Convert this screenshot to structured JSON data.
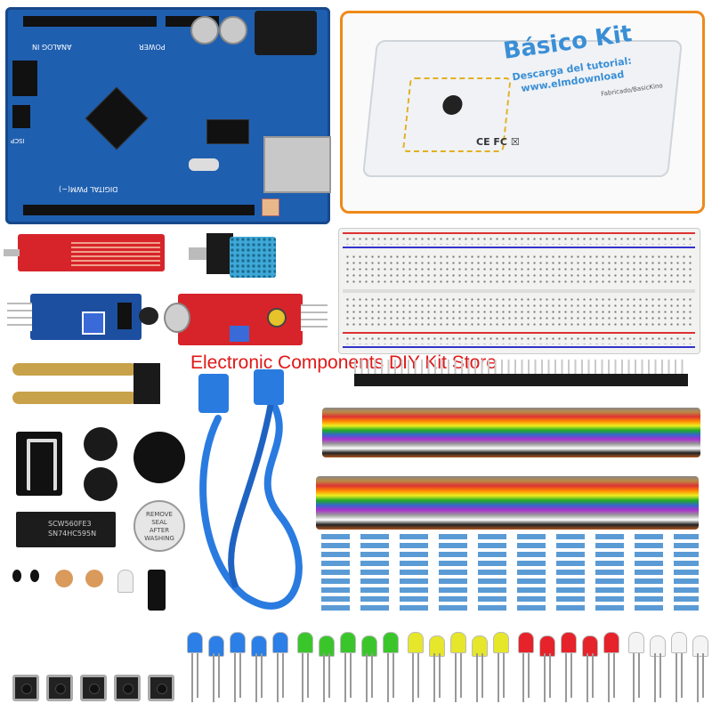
{
  "kit_box": {
    "title": "Básico Kit",
    "subtitle": "Descarga del tutorial:",
    "subtitle2": "www.elmdownload",
    "brand": "Fabricado/BasicKino",
    "cert": "CE FC ☒"
  },
  "caption": "Electronic Components DIY Kit Store",
  "board_labels": {
    "analog": "ANALOG IN",
    "power": "POWER",
    "digital": "DIGITAL PWM(~)",
    "icsp": "ISCP"
  },
  "chip_label": {
    "line1": "SCW560FE3",
    "line2": "SN74HC595N"
  },
  "buzzer_sticker": {
    "l1": "REMOVE",
    "l2": "SEAL",
    "l3": "AFTER",
    "l4": "WASHING"
  },
  "colors": {
    "board_blue": "#1f5fb0",
    "highlight_orange": "#ee8a1a",
    "caption_red": "#e01818",
    "kit_blue": "#3a8fd6"
  },
  "led_colors": [
    "#2b7fe6",
    "#3ac62b",
    "#e6e62b",
    "#e6232b",
    "#f4f4f4"
  ]
}
